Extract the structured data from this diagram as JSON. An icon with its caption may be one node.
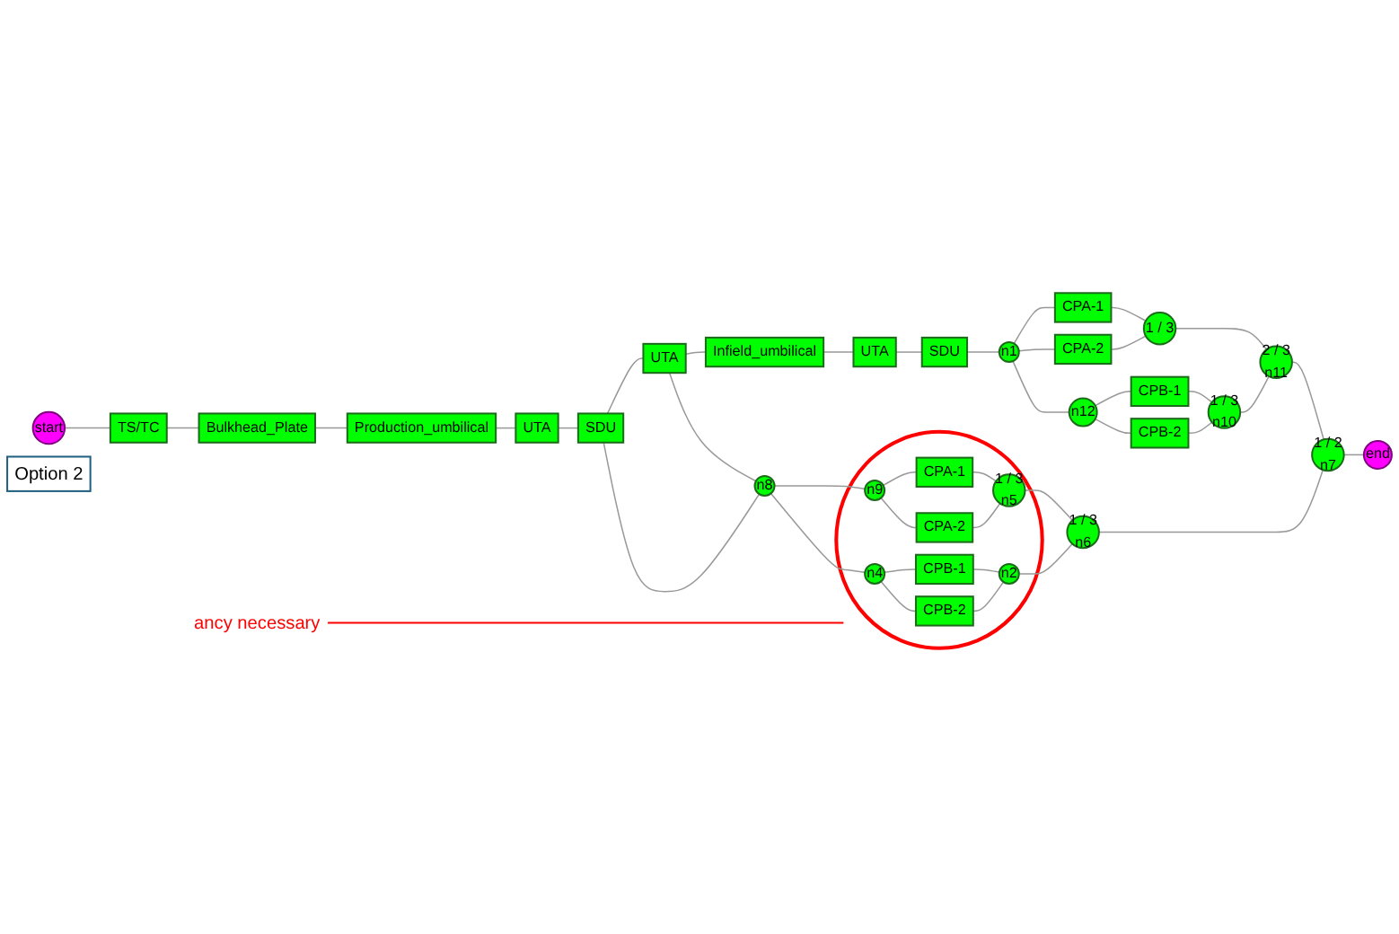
{
  "diagram": {
    "nodes": [
      {
        "text": [
          "start"
        ]
      },
      {
        "text": [
          "TS/TC"
        ]
      },
      {
        "text": [
          "Bulkhead_Plate"
        ]
      },
      {
        "text": [
          "Production_umbilical"
        ]
      },
      {
        "text": [
          "UTA"
        ]
      },
      {
        "text": [
          "SDU"
        ]
      },
      {
        "text": [
          "UTA"
        ]
      },
      {
        "text": [
          "Infield_umbilical"
        ]
      },
      {
        "text": [
          "UTA"
        ]
      },
      {
        "text": [
          "SDU"
        ]
      },
      {
        "text": [
          "n8"
        ]
      },
      {
        "text": [],
        "shape": "circle"
      },
      {
        "text": [
          "n9"
        ],
        "in": 11
      },
      {
        "text": [
          "CPA-1"
        ],
        "in": 11
      },
      {
        "text": [
          "CPA-2"
        ],
        "in": 11
      },
      {
        "text": [
          "n4"
        ],
        "in": 11
      },
      {
        "text": [
          "CPB-1"
        ],
        "in": 11
      },
      {
        "text": [
          "CPB-2"
        ],
        "in": 11
      },
      {
        "text": [
          "1 / 3",
          "n5"
        ],
        "in": 11
      },
      {
        "text": [
          "n2"
        ],
        "in": 11
      },
      {
        "text": [
          "1 / 3",
          "n6"
        ]
      },
      {
        "text": [
          "1 / 2",
          "n7"
        ]
      },
      {
        "text": [
          "end"
        ]
      },
      {
        "text": [
          "n1"
        ]
      },
      {
        "text": [
          "CPA-1"
        ]
      },
      {
        "text": [
          "CPA-2"
        ]
      },
      {
        "text": [
          "n12"
        ]
      },
      {
        "text": [
          "CPB-1"
        ]
      },
      {
        "text": [
          "CPB-2"
        ]
      },
      {
        "text": [
          "1 / 3"
        ]
      },
      {
        "text": [
          "2 / 3",
          "n11"
        ]
      },
      {
        "text": [
          "1 / 3",
          "n10"
        ]
      },
      {
        "text": [
          "ancy necessary"
        ]
      },
      {
        "text": [
          "Option 2"
        ]
      }
    ],
    "edges": [
      {
        "from": 0,
        "to": 1,
        "arrow": "none"
      },
      {
        "from": 1,
        "to": 2,
        "arrow": "none"
      },
      {
        "from": 2,
        "to": 3,
        "arrow": "none"
      },
      {
        "from": 3,
        "to": 4,
        "arrow": "none"
      },
      {
        "from": 4,
        "to": 5,
        "arrow": "none"
      },
      {
        "from": 5,
        "to": 6,
        "arrow": "none"
      },
      {
        "from": 6,
        "to": 7,
        "arrow": "none"
      },
      {
        "from": 7,
        "to": 8,
        "arrow": "none"
      },
      {
        "from": 5,
        "to": 10,
        "arrow": "none"
      },
      {
        "from": 6,
        "to": 10,
        "arrow": "none"
      },
      {
        "from": 8,
        "to": 9,
        "arrow": "none"
      },
      {
        "from": 9,
        "to": 23,
        "arrow": "none"
      },
      {
        "from": 10,
        "to": 12,
        "arrow": "none"
      },
      {
        "from": 10,
        "to": 15,
        "arrow": "none"
      },
      {
        "from": 12,
        "to": 13,
        "arrow": "none"
      },
      {
        "from": 12,
        "to": 14,
        "arrow": "none"
      },
      {
        "from": 15,
        "to": 16,
        "arrow": "none"
      },
      {
        "from": 15,
        "to": 17,
        "arrow": "none"
      },
      {
        "from": 13,
        "to": 18,
        "arrow": "none"
      },
      {
        "from": 14,
        "to": 18,
        "arrow": "none"
      },
      {
        "from": 16,
        "to": 19,
        "arrow": "none"
      },
      {
        "from": 17,
        "to": 19,
        "arrow": "none"
      },
      {
        "from": 18,
        "to": 20,
        "arrow": "none"
      },
      {
        "from": 19,
        "to": 20,
        "arrow": "none"
      },
      {
        "from": 20,
        "to": 21,
        "arrow": "none"
      },
      {
        "from": 21,
        "to": 22,
        "arrow": "none"
      },
      {
        "from": 23,
        "to": 24,
        "arrow": "none"
      },
      {
        "from": 23,
        "to": 25,
        "arrow": "none"
      },
      {
        "from": 23,
        "to": 26,
        "arrow": "none"
      },
      {
        "from": 24,
        "to": 29,
        "arrow": "none"
      },
      {
        "from": 25,
        "to": 29,
        "arrow": "none"
      },
      {
        "from": 26,
        "to": 27,
        "arrow": "none"
      },
      {
        "from": 26,
        "to": 28,
        "arrow": "none"
      },
      {
        "from": 27,
        "to": 31,
        "arrow": "none"
      },
      {
        "from": 28,
        "to": 31,
        "arrow": "none"
      },
      {
        "from": 29,
        "to": 30,
        "arrow": "none"
      },
      {
        "from": 31,
        "to": 30,
        "arrow": "none"
      },
      {
        "from": 30,
        "to": 21,
        "arrow": "none"
      },
      {
        "from": 32,
        "to": 11,
        "arrow": "none",
        "color": "#ff0000"
      }
    ]
  }
}
